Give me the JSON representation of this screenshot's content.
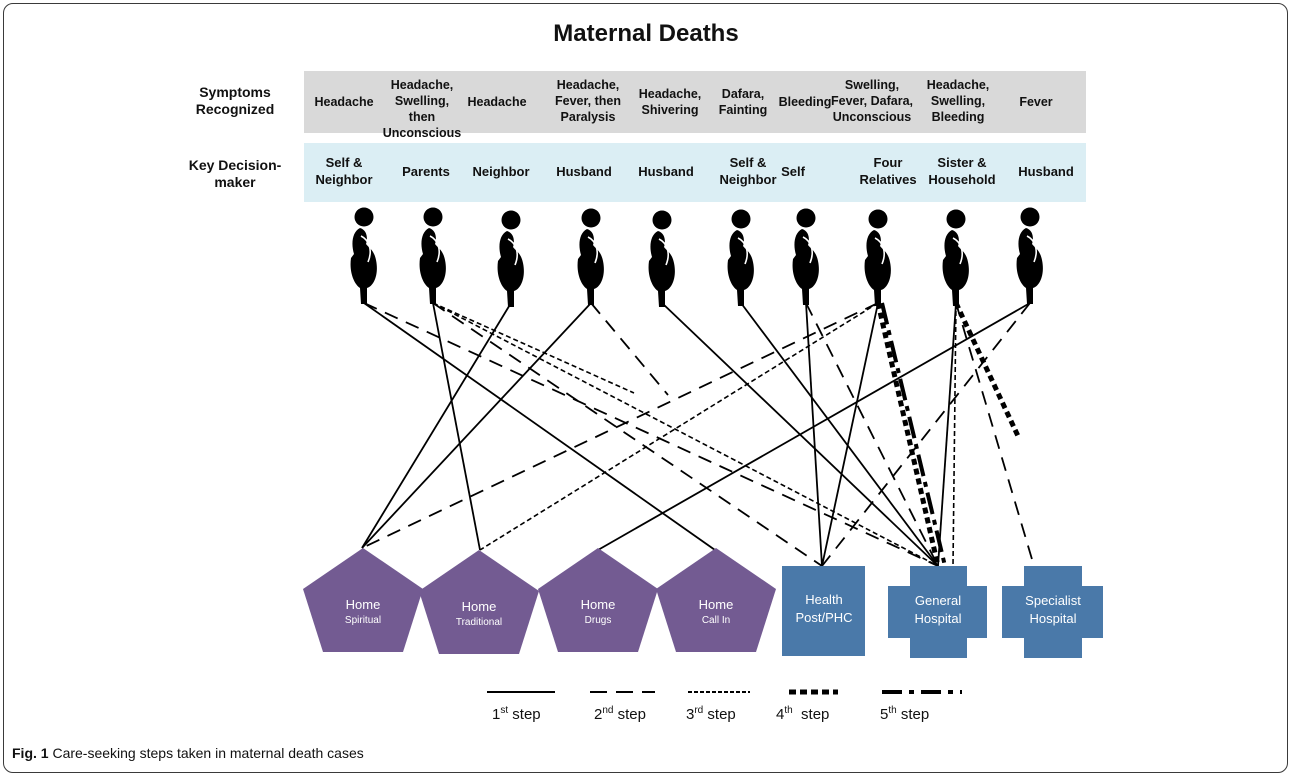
{
  "title": "Maternal Deaths",
  "row_labels": {
    "symptoms": "Symptoms Recognized",
    "decision_maker": "Key Decision-maker"
  },
  "cases": [
    {
      "symptoms": "Headache",
      "decision_maker": "Self & Neighbor"
    },
    {
      "symptoms": "Headache, Swelling, then Unconscious",
      "decision_maker": "Parents"
    },
    {
      "symptoms": "Headache",
      "decision_maker": "Neighbor"
    },
    {
      "symptoms": "Headache, Fever, then Paralysis",
      "decision_maker": "Husband"
    },
    {
      "symptoms": "Headache, Shivering",
      "decision_maker": "Husband"
    },
    {
      "symptoms": "Dafara, Fainting",
      "decision_maker": "Self & Neighbor"
    },
    {
      "symptoms": "Bleeding",
      "decision_maker": "Self"
    },
    {
      "symptoms": "Swelling, Fever, Dafara, Unconscious",
      "decision_maker": "Four Relatives"
    },
    {
      "symptoms": "Headache, Swelling, Bleeding",
      "decision_maker": "Sister & Household"
    },
    {
      "symptoms": "Fever",
      "decision_maker": "Husband"
    }
  ],
  "destinations": [
    {
      "main": "Home",
      "sub": "Spiritual"
    },
    {
      "main": "Home",
      "sub": "Traditional"
    },
    {
      "main": "Home",
      "sub": "Drugs"
    },
    {
      "main": "Home",
      "sub": "Call In"
    },
    {
      "main": "Health Post/PHC"
    },
    {
      "main": "General Hospital"
    },
    {
      "main": "Specialist Hospital"
    }
  ],
  "legend": [
    {
      "num": "1",
      "sup": "st",
      "text": "step"
    },
    {
      "num": "2",
      "sup": "nd",
      "text": "step"
    },
    {
      "num": "3",
      "sup": "rd",
      "text": "step"
    },
    {
      "num": "4",
      "sup": "th",
      "text": "step"
    },
    {
      "num": "5",
      "sup": "th",
      "text": "step"
    }
  ],
  "caption": {
    "label": "Fig. 1",
    "text": "Care-seeking steps taken in maternal death cases"
  },
  "colors": {
    "home_shape": "#735b92",
    "facility_shape": "#4a79a9",
    "symptoms_band": "#d9d9d9",
    "decision_band": "#dbeef4"
  }
}
